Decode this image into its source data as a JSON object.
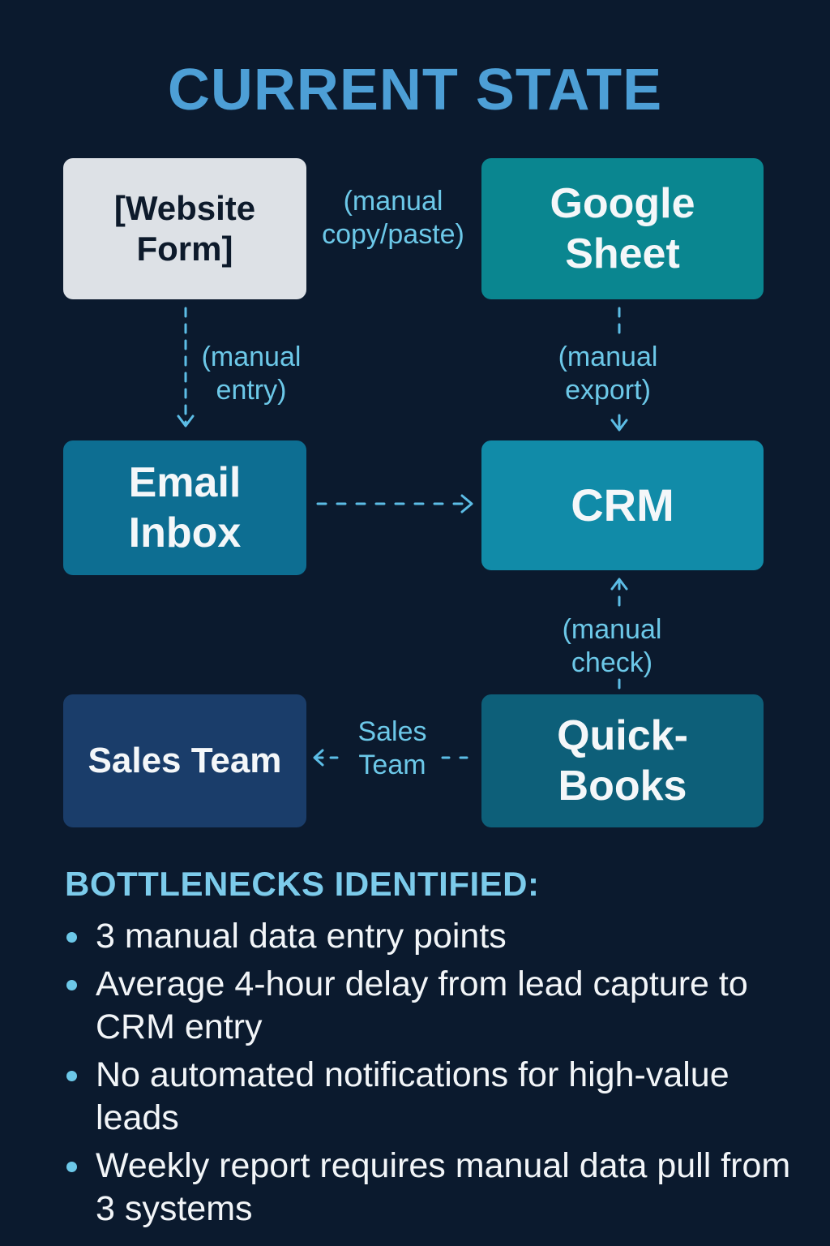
{
  "title": "CURRENT STATE",
  "colors": {
    "background": "#0b1a2e",
    "title": "#4d9fd6",
    "label": "#6cc8e8",
    "arrow": "#5cbde6",
    "website_form": "#dde1e6",
    "google_sheet": "#0a8690",
    "email_inbox": "#0d6e92",
    "crm": "#118ba8",
    "sales_team": "#1a3d6a",
    "quickbooks": "#0d5f79"
  },
  "nodes": {
    "website_form": "[Website\nForm]",
    "google_sheet": "Google\nSheet",
    "email_inbox": "Email\nInbox",
    "crm": "CRM",
    "sales_team": "Sales Team",
    "quickbooks": "Quick-\nBooks"
  },
  "edges": [
    {
      "from": "website_form",
      "to": "google_sheet",
      "label": "(manual\ncopy/paste)",
      "style": "none"
    },
    {
      "from": "website_form",
      "to": "email_inbox",
      "label": "(manual\nentry)",
      "style": "dashed"
    },
    {
      "from": "google_sheet",
      "to": "crm",
      "label": "(manual\nexport)",
      "style": "dashed"
    },
    {
      "from": "email_inbox",
      "to": "crm",
      "label": "",
      "style": "dashed"
    },
    {
      "from": "quickbooks",
      "to": "crm",
      "label": "(manual\ncheck)",
      "style": "dashed"
    },
    {
      "from": "quickbooks",
      "to": "sales_team",
      "label": "Sales\nTeam",
      "style": "dashed"
    }
  ],
  "edge_labels": {
    "copy_paste": "(manual\ncopy/paste)",
    "entry": "(manual\nentry)",
    "export": "(manual\nexport)",
    "check": "(manual\ncheck)",
    "sales_team": "Sales\nTeam"
  },
  "bottlenecks": {
    "heading": "BOTTLENECKS IDENTIFIED:",
    "items": [
      "3 manual data entry points",
      "Average 4-hour delay from lead capture to CRM entry",
      "No automated notifications for high-value leads",
      "Weekly report requires manual data pull from 3 systems"
    ]
  }
}
